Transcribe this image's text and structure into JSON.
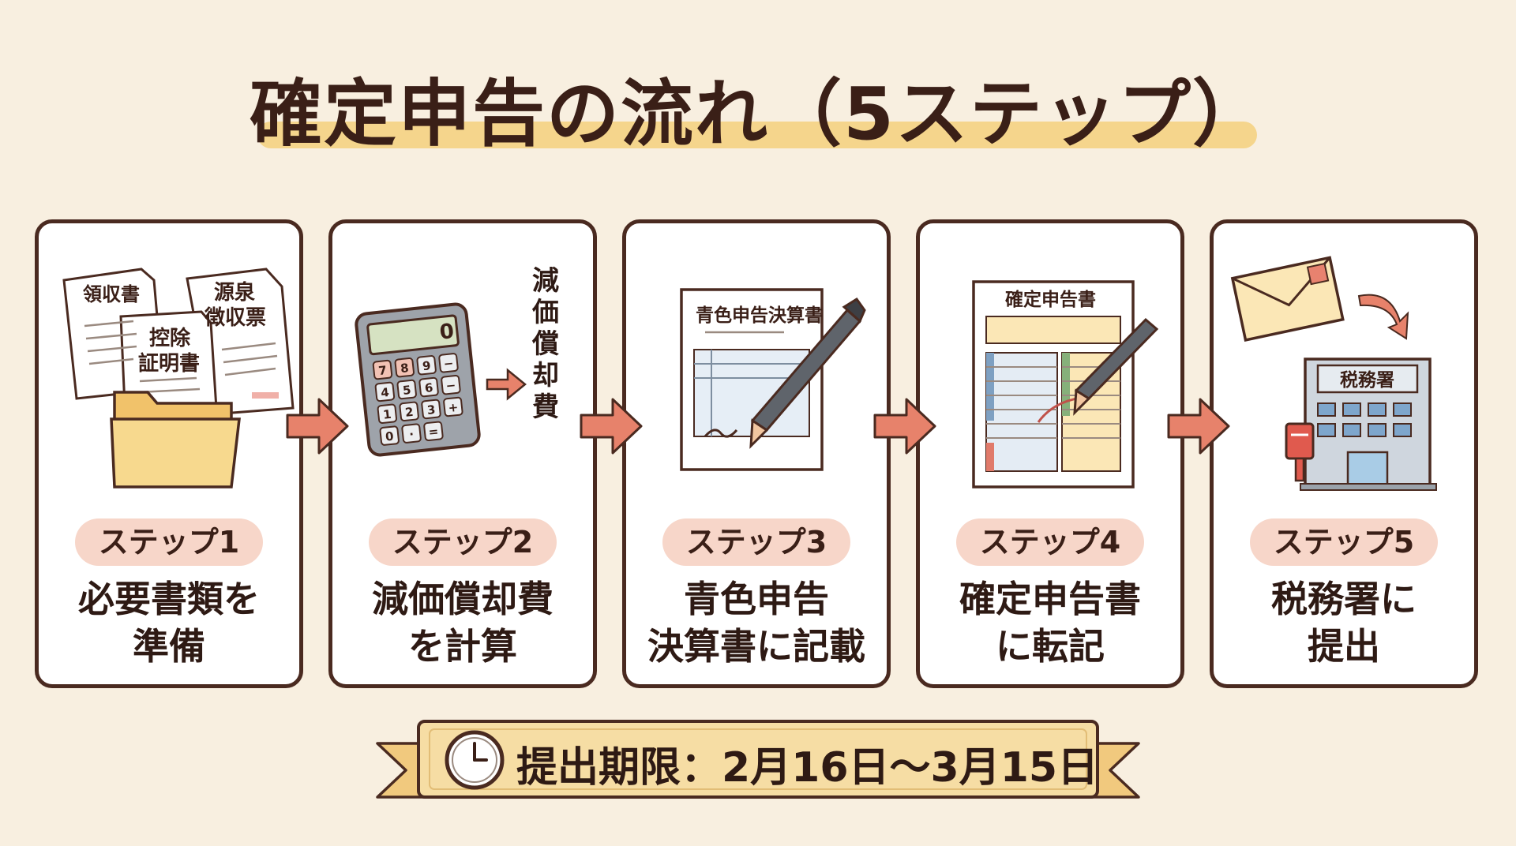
{
  "title": "確定申告の流れ（5ステップ）",
  "steps": [
    {
      "badge": "ステップ1",
      "line1": "必要書類を",
      "line2": "準備",
      "docs": {
        "receipt": "領収書",
        "withholding_1": "源泉",
        "withholding_2": "徴収票",
        "deduction_1": "控除",
        "deduction_2": "証明書"
      }
    },
    {
      "badge": "ステップ2",
      "line1": "減価償却費",
      "line2": "を計算",
      "calc_display": "0",
      "calc_keys": [
        "7",
        "8",
        "9",
        "−",
        "4",
        "5",
        "6",
        "−",
        "1",
        "2",
        "3",
        "+",
        "0",
        "·",
        "="
      ],
      "vertical_label": [
        "減",
        "価",
        "償",
        "却",
        "費"
      ]
    },
    {
      "badge": "ステップ3",
      "line1": "青色申告",
      "line2": "決算書に記載",
      "form_title": "青色申告決算書"
    },
    {
      "badge": "ステップ4",
      "line1": "確定申告書",
      "line2": "に転記",
      "form_title": "確定申告書"
    },
    {
      "badge": "ステップ5",
      "line1": "税務署に",
      "line2": "提出",
      "building_sign": "税務署"
    }
  ],
  "deadline": "提出期限：2月16日〜3月15日",
  "colors": {
    "background": "#f8efe0",
    "title_highlight": "#f5d58c",
    "badge": "#f7d6c9",
    "arrow": "#e7826b",
    "border": "#4a2a20",
    "ribbon": "#f6dda4"
  },
  "icons": [
    "document-stack-icon",
    "folder-icon",
    "calculator-icon",
    "pen-icon",
    "form-icon",
    "envelope-icon",
    "building-icon",
    "postbox-icon",
    "clock-icon"
  ]
}
